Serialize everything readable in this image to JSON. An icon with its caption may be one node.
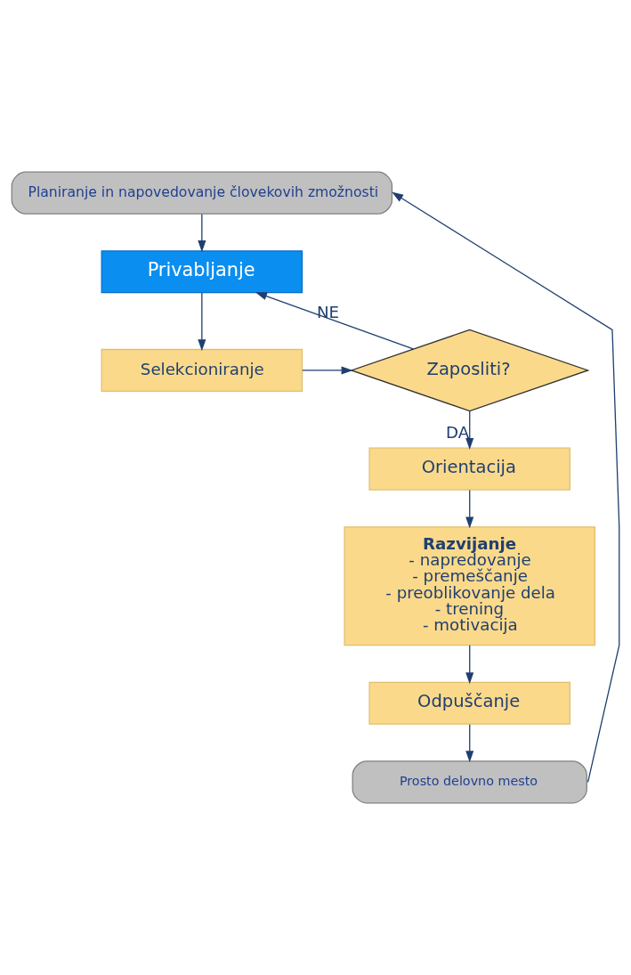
{
  "diagram": {
    "nodes": [
      {
        "text": [
          "Planiranje in napovedovanje človekovih zmožnosti"
        ]
      },
      {
        "text": [
          "Privabljanje"
        ]
      },
      {
        "text": [
          "Selekcioniranje"
        ]
      },
      {
        "text": [
          "Zaposliti?"
        ]
      },
      {
        "text": [
          "Orientacija"
        ]
      },
      {
        "text": [
          "Razvijanje",
          "- napredovanje",
          "- premeščanje",
          "- preoblikovanje dela",
          "- trening",
          "- motivacija"
        ]
      },
      {
        "text": [
          "Odpuščanje"
        ]
      },
      {
        "text": [
          "Prosto delovno mesto"
        ]
      }
    ],
    "edges": [
      {
        "from": 0,
        "to": 1,
        "arrow": "to"
      },
      {
        "from": 1,
        "to": 2,
        "arrow": "to"
      },
      {
        "from": 2,
        "to": 3,
        "arrow": "to"
      },
      {
        "from": 3,
        "to": 1,
        "arrow": "to",
        "label": "NE"
      },
      {
        "from": 3,
        "to": 4,
        "arrow": "to",
        "label": "DA"
      },
      {
        "from": 4,
        "to": 5,
        "arrow": "to"
      },
      {
        "from": 5,
        "to": 6,
        "arrow": "to"
      },
      {
        "from": 6,
        "to": 7,
        "arrow": "to"
      },
      {
        "from": 7,
        "to": 0,
        "arrow": "to"
      }
    ]
  }
}
